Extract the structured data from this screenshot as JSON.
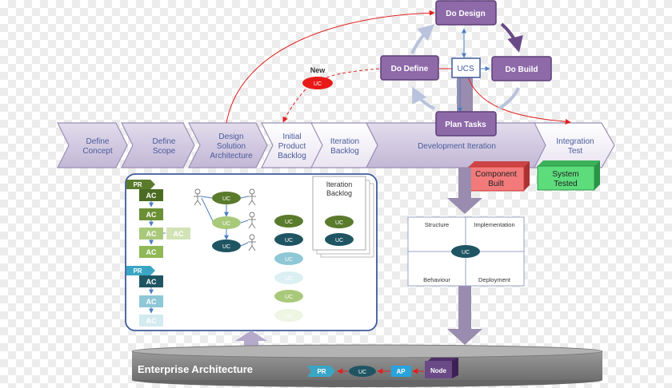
{
  "colors": {
    "purple": "#8e6aa9",
    "purple_dark": "#6a4a86",
    "chevron": "#c6bcd9",
    "arrow_red": "#e02020",
    "new_red": "#e81919",
    "component_red": "#f27a7a",
    "system_green": "#5ddc7c",
    "olive": "#5a7a2c",
    "green_light": "#a9c97a",
    "teal": "#1f5563",
    "teal_light": "#8ec7d5",
    "pr_blue": "#3aa6c4"
  },
  "process": {
    "do_design": "Do Design",
    "do_define": "Do Define",
    "do_build": "Do Build",
    "ucs": "UCS",
    "plan_tasks": "Plan Tasks",
    "new_label": "New",
    "new_uc": "UC"
  },
  "chevrons": [
    {
      "line1": "Define",
      "line2": "Concept"
    },
    {
      "line1": "Define",
      "line2": "Scope"
    },
    {
      "line1": "Design",
      "line2": "Solution",
      "line3": "Architecture"
    },
    {
      "line1": "Initial",
      "line2": "Product",
      "line3": "Backlog"
    },
    {
      "line1": "Iteration",
      "line2": "Backlog"
    },
    {
      "line1": "Development Iteration"
    },
    {
      "line1": "Integration",
      "line2": "Test"
    }
  ],
  "component_built": {
    "line1": "Component",
    "line2": "Built"
  },
  "system_tested": {
    "line1": "System",
    "line2": "Tested"
  },
  "left_panel": {
    "pr": "PR",
    "ac": "AC",
    "uc": "UC",
    "iteration_backlog": {
      "line1": "Iteration",
      "line2": "Backlog"
    }
  },
  "quadrant": {
    "structure": "Structure",
    "implementation": "Implementation",
    "behaviour": "Behaviour",
    "deployment": "Deployment",
    "uc": "UC"
  },
  "enterprise": {
    "title": "Enterprise Architecture",
    "pr": "PR",
    "uc": "UC",
    "ap": "AP",
    "node": "Node"
  }
}
